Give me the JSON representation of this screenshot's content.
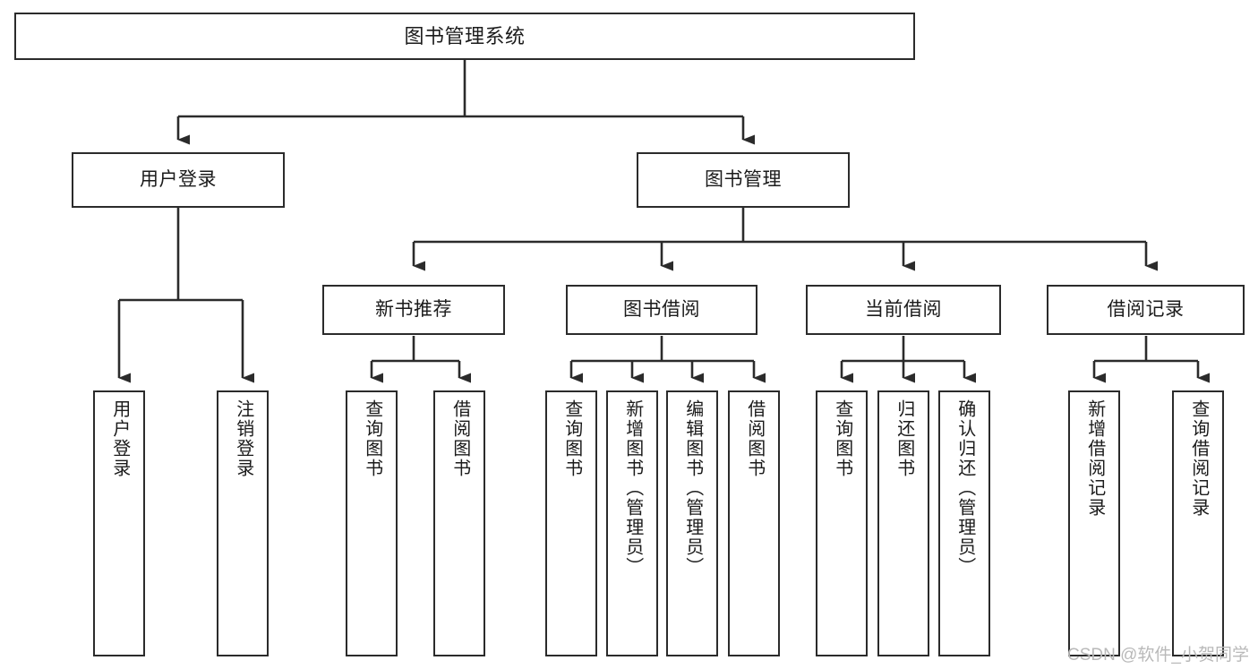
{
  "diagram": {
    "title": "图书管理系统",
    "type": "tree",
    "orientation": "top-down",
    "background_color": "#ffffff",
    "line_color": "#2b2b2b",
    "box_border_color": "#2b2b2b",
    "text_color": "#1b1b1b",
    "watermark": "CSDN @软件_小贺同学",
    "levels": [
      {
        "level": 1,
        "nodes": [
          {
            "id": "root",
            "label": "图书管理系统"
          }
        ]
      },
      {
        "level": 2,
        "nodes": [
          {
            "id": "user-login",
            "label": "用户登录",
            "parent": "root"
          },
          {
            "id": "book-manage",
            "label": "图书管理",
            "parent": "root"
          }
        ]
      },
      {
        "level": 3,
        "nodes": [
          {
            "id": "new-book-recommend",
            "label": "新书推荐",
            "parent": "book-manage"
          },
          {
            "id": "book-borrow",
            "label": "图书借阅",
            "parent": "book-manage"
          },
          {
            "id": "current-borrow",
            "label": "当前借阅",
            "parent": "book-manage"
          },
          {
            "id": "borrow-record",
            "label": "借阅记录",
            "parent": "book-manage"
          }
        ]
      },
      {
        "level": 4,
        "nodes": [
          {
            "id": "leaf-user-login",
            "label": "用户登录",
            "parent": "user-login"
          },
          {
            "id": "leaf-logout",
            "label": "注销登录",
            "parent": "user-login"
          },
          {
            "id": "leaf-query-book-1",
            "label": "查询图书",
            "parent": "new-book-recommend"
          },
          {
            "id": "leaf-borrow-book-1",
            "label": "借阅图书",
            "parent": "new-book-recommend"
          },
          {
            "id": "leaf-query-book-2",
            "label": "查询图书",
            "parent": "book-borrow"
          },
          {
            "id": "leaf-add-book",
            "label": "新增图书（管理员）",
            "parent": "book-borrow"
          },
          {
            "id": "leaf-edit-book",
            "label": "编辑图书（管理员）",
            "parent": "book-borrow"
          },
          {
            "id": "leaf-borrow-book-2",
            "label": "借阅图书",
            "parent": "book-borrow"
          },
          {
            "id": "leaf-query-book-3",
            "label": "查询图书",
            "parent": "current-borrow"
          },
          {
            "id": "leaf-return-book",
            "label": "归还图书",
            "parent": "current-borrow"
          },
          {
            "id": "leaf-confirm-return",
            "label": "确认归还（管理员）",
            "parent": "current-borrow"
          },
          {
            "id": "leaf-add-record",
            "label": "新增借阅记录",
            "parent": "borrow-record"
          },
          {
            "id": "leaf-query-record",
            "label": "查询借阅记录",
            "parent": "borrow-record"
          }
        ]
      }
    ]
  }
}
